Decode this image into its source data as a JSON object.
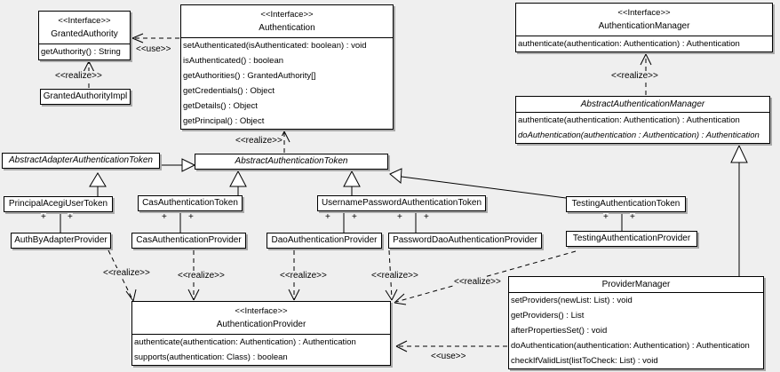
{
  "labels": {
    "interface": "<<Interface>>",
    "realize": "<<realize>>",
    "use": "<<use>>",
    "plus": "+"
  },
  "colors": {
    "background": "#efefef",
    "box_fill": "#ffffff",
    "line": "#000000",
    "shadow": "#a9a9a9"
  },
  "classes": {
    "grantedAuthority": {
      "name": "GrantedAuthority",
      "members": [
        "getAuthority() : String"
      ]
    },
    "grantedAuthorityImpl": {
      "name": "GrantedAuthorityImpl"
    },
    "authentication": {
      "name": "Authentication",
      "members": [
        "setAuthenticated(isAuthenticated: boolean) : void",
        "isAuthenticated() : boolean",
        "getAuthorities() : GrantedAuthority[]",
        "getCredentials() : Object",
        "getDetails() : Object",
        "getPrincipal() : Object"
      ]
    },
    "authenticationManager": {
      "name": "AuthenticationManager",
      "members": [
        "authenticate(authentication: Authentication) : Authentication"
      ]
    },
    "abstractAuthenticationManager": {
      "name": "AbstractAuthenticationManager",
      "members": [
        "authenticate(authentication: Authentication) : Authentication",
        "doAuthentication(authentication : Authentication) : Authentication"
      ]
    },
    "abstractAdapterAuthenticationToken": {
      "name": "AbstractAdapterAuthenticationToken"
    },
    "abstractAuthenticationToken": {
      "name": "AbstractAuthenticationToken"
    },
    "principalAcegiUserToken": {
      "name": "PrincipalAcegiUserToken"
    },
    "casAuthenticationToken": {
      "name": "CasAuthenticationToken"
    },
    "usernamePasswordAuthenticationToken": {
      "name": "UsernamePasswordAuthenticationToken"
    },
    "testingAuthenticationToken": {
      "name": "TestingAuthenticationToken"
    },
    "authByAdapterProvider": {
      "name": "AuthByAdapterProvider"
    },
    "casAuthenticationProvider": {
      "name": "CasAuthenticationProvider"
    },
    "daoAuthenticationProvider": {
      "name": "DaoAuthenticationProvider"
    },
    "passwordDaoAuthenticationProvider": {
      "name": "PasswordDaoAuthenticationProvider"
    },
    "testingAuthenticationProvider": {
      "name": "TestingAuthenticationProvider"
    },
    "authenticationProvider": {
      "name": "AuthenticationProvider",
      "members": [
        "authenticate(authentication: Authentication) : Authentication",
        "supports(authentication: Class) : boolean"
      ]
    },
    "providerManager": {
      "name": "ProviderManager",
      "members": [
        "setProviders(newList: List) : void",
        "getProviders() : List",
        "afterPropertiesSet() : void",
        "doAuthentication(authentication: Authentication) : Authentication",
        "checkIfValidList(listToCheck: List) : void"
      ]
    }
  }
}
